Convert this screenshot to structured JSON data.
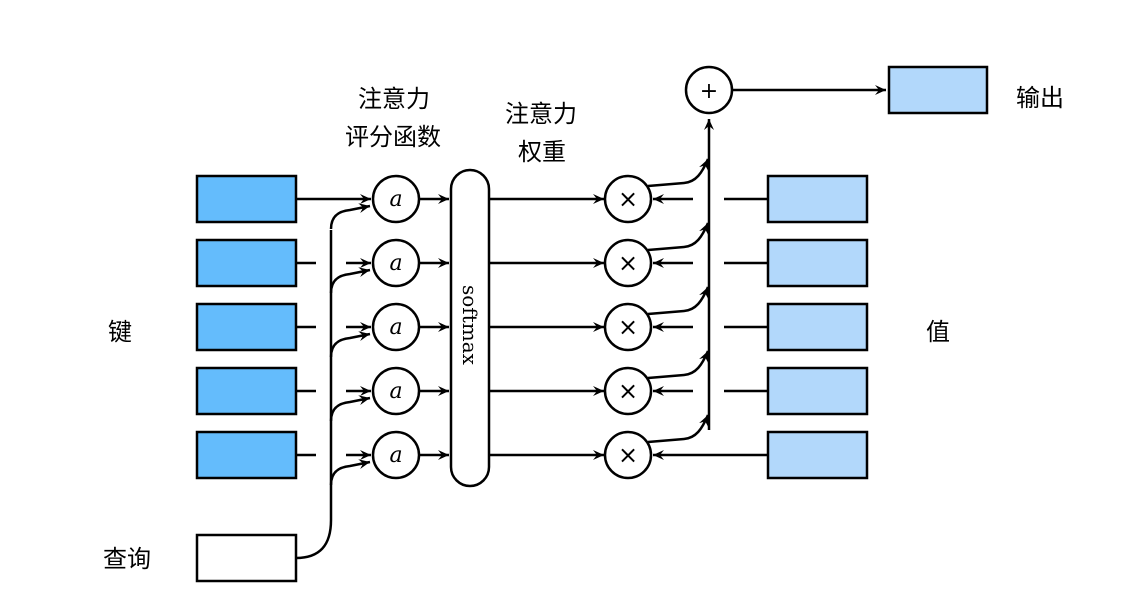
{
  "labels": {
    "keys": "键",
    "query": "查询",
    "values": "值",
    "output": "输出",
    "score_fn_line1": "注意力",
    "score_fn_line2": "评分函数",
    "weights_line1": "注意力",
    "weights_line2": "权重",
    "softmax": "softmax",
    "score_symbol": "a",
    "multiply_symbol": "×",
    "add_symbol": "+"
  },
  "colors": {
    "key_fill": "#64bcfc",
    "value_fill": "#b2d8fb",
    "query_fill": "#ffffff",
    "output_fill": "#b2d8fb",
    "stroke": "#000000"
  },
  "rows": 5
}
